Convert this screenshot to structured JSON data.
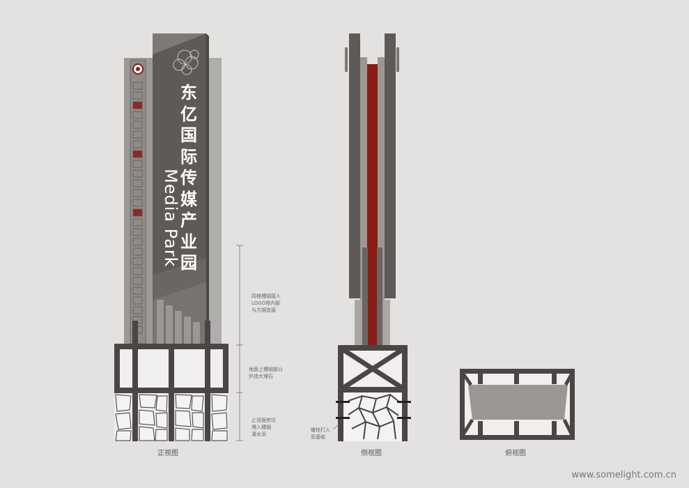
{
  "sign": {
    "name_cn": "东亿国际传媒产业园",
    "name_en": "Media Park"
  },
  "annotations": {
    "upper": "四根槽钢接入\nLOGO塔内部\n与方钢连接",
    "middle": "地面上槽钢部分\n外挂大理石",
    "lower": "止背面挖坑\n埋入槽钢\n灌水泥",
    "bolt": "螺栓打入\n原基础"
  },
  "captions": {
    "front": "正视图",
    "side": "侧视图",
    "top": "俯视图"
  },
  "watermark": "www.somelight.com.cn",
  "colors": {
    "background": "#e4e2e1",
    "panel_dark": "#5f5a58",
    "panel_light": "#9a9795",
    "frame": "#4a4645",
    "accent_red": "#8a1c14"
  }
}
